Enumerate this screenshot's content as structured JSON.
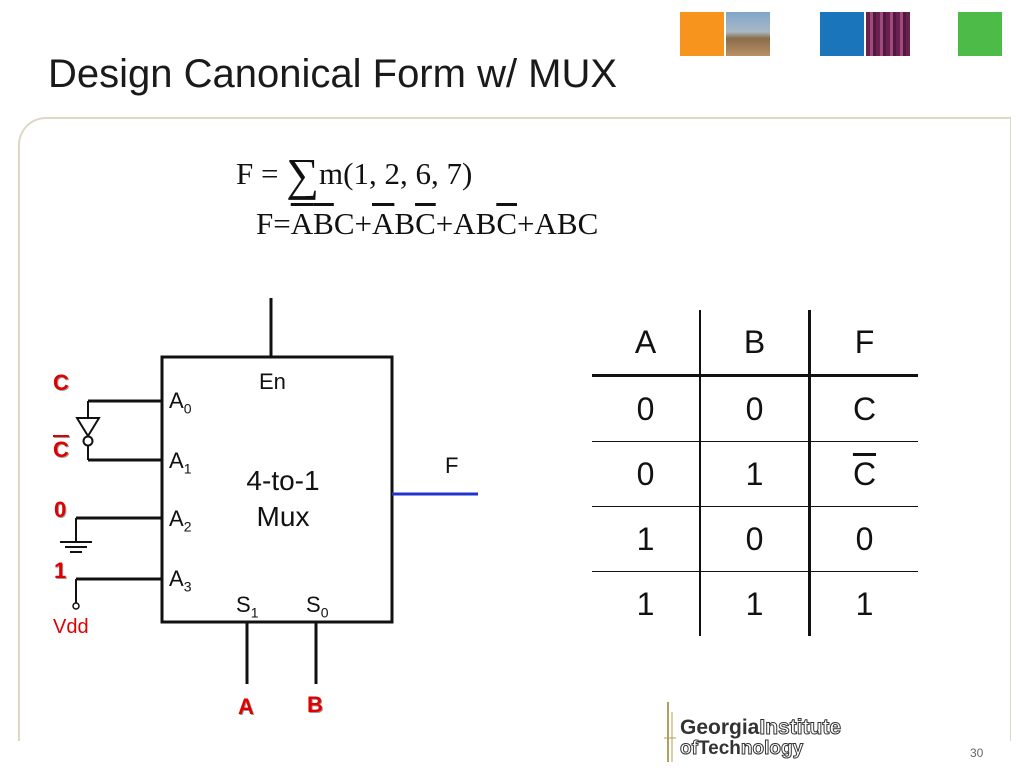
{
  "title": "Design Canonical Form w/ MUX",
  "header_colors": [
    "#f7941d",
    "#b87a3a",
    "#1b75bb",
    "#7a2a5e",
    "#4cbb47"
  ],
  "equation1": {
    "lhs": "F",
    "eq": "=",
    "sigma": "∑",
    "rhs": "m(1, 2, 6, 7)"
  },
  "equation2": {
    "lhs": "F",
    "eq": "=",
    "terms": [
      {
        "a": "A",
        "b": "B",
        "c": "C",
        "a_bar": true,
        "b_bar": true,
        "c_bar": false
      },
      {
        "a": "A",
        "b": "B",
        "c": "C",
        "a_bar": true,
        "b_bar": false,
        "c_bar": true
      },
      {
        "a": "A",
        "b": "B",
        "c": "C",
        "a_bar": false,
        "b_bar": false,
        "c_bar": true
      },
      {
        "a": "A",
        "b": "B",
        "c": "C",
        "a_bar": false,
        "b_bar": false,
        "c_bar": false
      }
    ],
    "plus": "+"
  },
  "mux": {
    "en_label": "En",
    "name_line1": "4-to-1",
    "name_line2": "Mux",
    "inputs": [
      {
        "pin": "A",
        "sub": "0"
      },
      {
        "pin": "A",
        "sub": "1"
      },
      {
        "pin": "A",
        "sub": "2"
      },
      {
        "pin": "A",
        "sub": "3"
      }
    ],
    "selects": [
      {
        "pin": "S",
        "sub": "1"
      },
      {
        "pin": "S",
        "sub": "0"
      }
    ],
    "output_label": "F",
    "input_sources": [
      "C",
      "C",
      "0",
      "1"
    ],
    "vdd_label": "Vdd",
    "select_sources": [
      "A",
      "B"
    ]
  },
  "truth_table": {
    "headers": [
      "A",
      "B",
      "F"
    ],
    "rows": [
      [
        "0",
        "0",
        "C"
      ],
      [
        "0",
        "1",
        "C"
      ],
      [
        "1",
        "0",
        "0"
      ],
      [
        "1",
        "1",
        "1"
      ]
    ],
    "overline_cells": [
      "1-2"
    ]
  },
  "logo": {
    "line1_bold": "Georgia",
    "line1_outline": "Institute",
    "line2_outline_a": "of",
    "line2_bold": "Tech",
    "line2_outline_b": "nology"
  },
  "page_number": "30"
}
